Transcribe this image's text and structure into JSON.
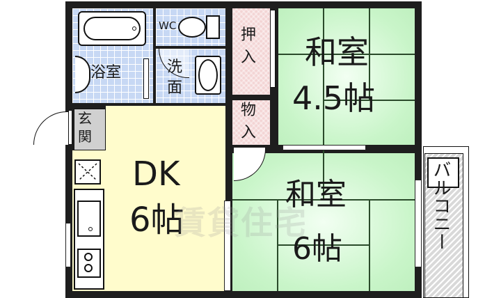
{
  "floor_plan": {
    "rooms": [
      {
        "id": "bath",
        "label": "浴室",
        "type": "bathroom"
      },
      {
        "id": "wc",
        "label": "WC",
        "type": "toilet"
      },
      {
        "id": "washroom",
        "label_line1": "洗",
        "label_line2": "面",
        "type": "washroom"
      },
      {
        "id": "oshiire",
        "label_line1": "押",
        "label_line2": "入",
        "type": "closet"
      },
      {
        "id": "monoire",
        "label_line1": "物",
        "label_line2": "入",
        "type": "storage"
      },
      {
        "id": "washitsu1",
        "label": "和室",
        "size": "4.5帖",
        "type": "japanese-room"
      },
      {
        "id": "genkan",
        "label_line1": "玄",
        "label_line2": "関",
        "type": "entrance"
      },
      {
        "id": "dk",
        "label": "DK",
        "size": "6帖",
        "type": "dining-kitchen"
      },
      {
        "id": "washitsu2",
        "label": "和室",
        "size": "6帖",
        "type": "japanese-room"
      },
      {
        "id": "balcony",
        "label": "バルコニー",
        "type": "balcony"
      }
    ],
    "watermark": "賃貸住宅",
    "colors": {
      "wall": "#1e1e1e",
      "wet_area": "#c7d8f4",
      "closet": "#f3d4d4",
      "tatami": "#c9f5c9",
      "dk_floor": "#fffccc",
      "genkan": "#d0d0d0",
      "balcony": "#d9d9d9"
    }
  }
}
